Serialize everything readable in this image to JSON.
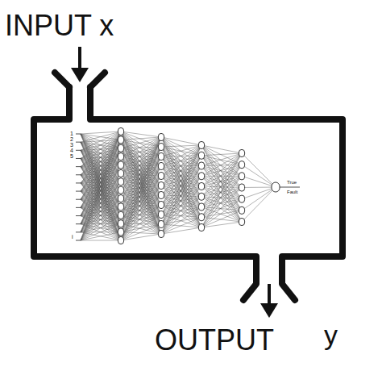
{
  "diagram": {
    "labels": [
      "INPUT x",
      "OUTPUT",
      "y",
      "1",
      "2",
      "3",
      "4",
      "5",
      "i",
      "True",
      "Fault"
    ]
  }
}
